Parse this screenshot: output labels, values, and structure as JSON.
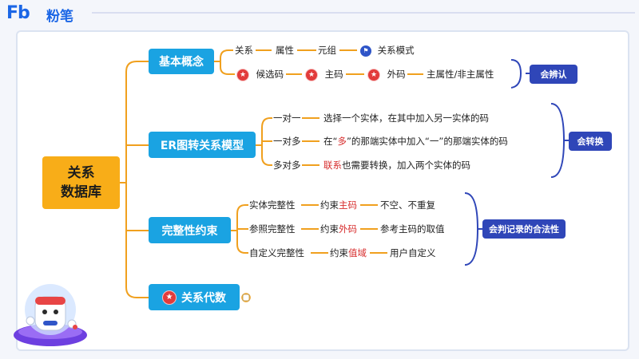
{
  "brand": {
    "mark": "Fb",
    "name": "粉笔"
  },
  "root": {
    "line1": "关系",
    "line2": "数据库"
  },
  "branches": {
    "basic": {
      "label": "基本概念",
      "row1": {
        "a": "关系",
        "b": "属性",
        "c": "元组",
        "d": "关系模式"
      },
      "row2": {
        "a": "候选码",
        "b": "主码",
        "c": "外码",
        "d": "主属性/非主属性"
      },
      "tag": "会辨认"
    },
    "er": {
      "label": "ER图转关系模型",
      "rows": [
        {
          "k": "一对一",
          "v": "选择一个实体，在其中加入另一实体的码"
        },
        {
          "k": "一对多",
          "v_pre": "在“",
          "v_hl1": "多",
          "v_mid": "”的那端实体中加入“一”的那端实体的码"
        },
        {
          "k": "多对多",
          "v_hl": "联系",
          "v_post": "也需要转换，加入两个实体的码"
        }
      ],
      "tag": "会转换"
    },
    "integrity": {
      "label": "完整性约束",
      "rows": [
        {
          "k": "实体完整性",
          "c_pre": "约束",
          "c_hl": "主码",
          "v": "不空、不重复"
        },
        {
          "k": "参照完整性",
          "c_pre": "约束",
          "c_hl": "外码",
          "v": "参考主码的取值"
        },
        {
          "k": "自定义完整性",
          "c_pre": "约束",
          "c_hl": "值域",
          "v": "用户自定义"
        }
      ],
      "tag": "会判记录的合法性"
    },
    "algebra": {
      "label": "关系代数"
    }
  },
  "colors": {
    "root": "#f8ad18",
    "branch": "#1aa3e2",
    "tag": "#2f46b8",
    "highlight": "#d72d2d",
    "connector": "#f0a01e"
  },
  "icons": [
    "star-icon",
    "flag-icon",
    "note-icon",
    "mascot-icon"
  ]
}
